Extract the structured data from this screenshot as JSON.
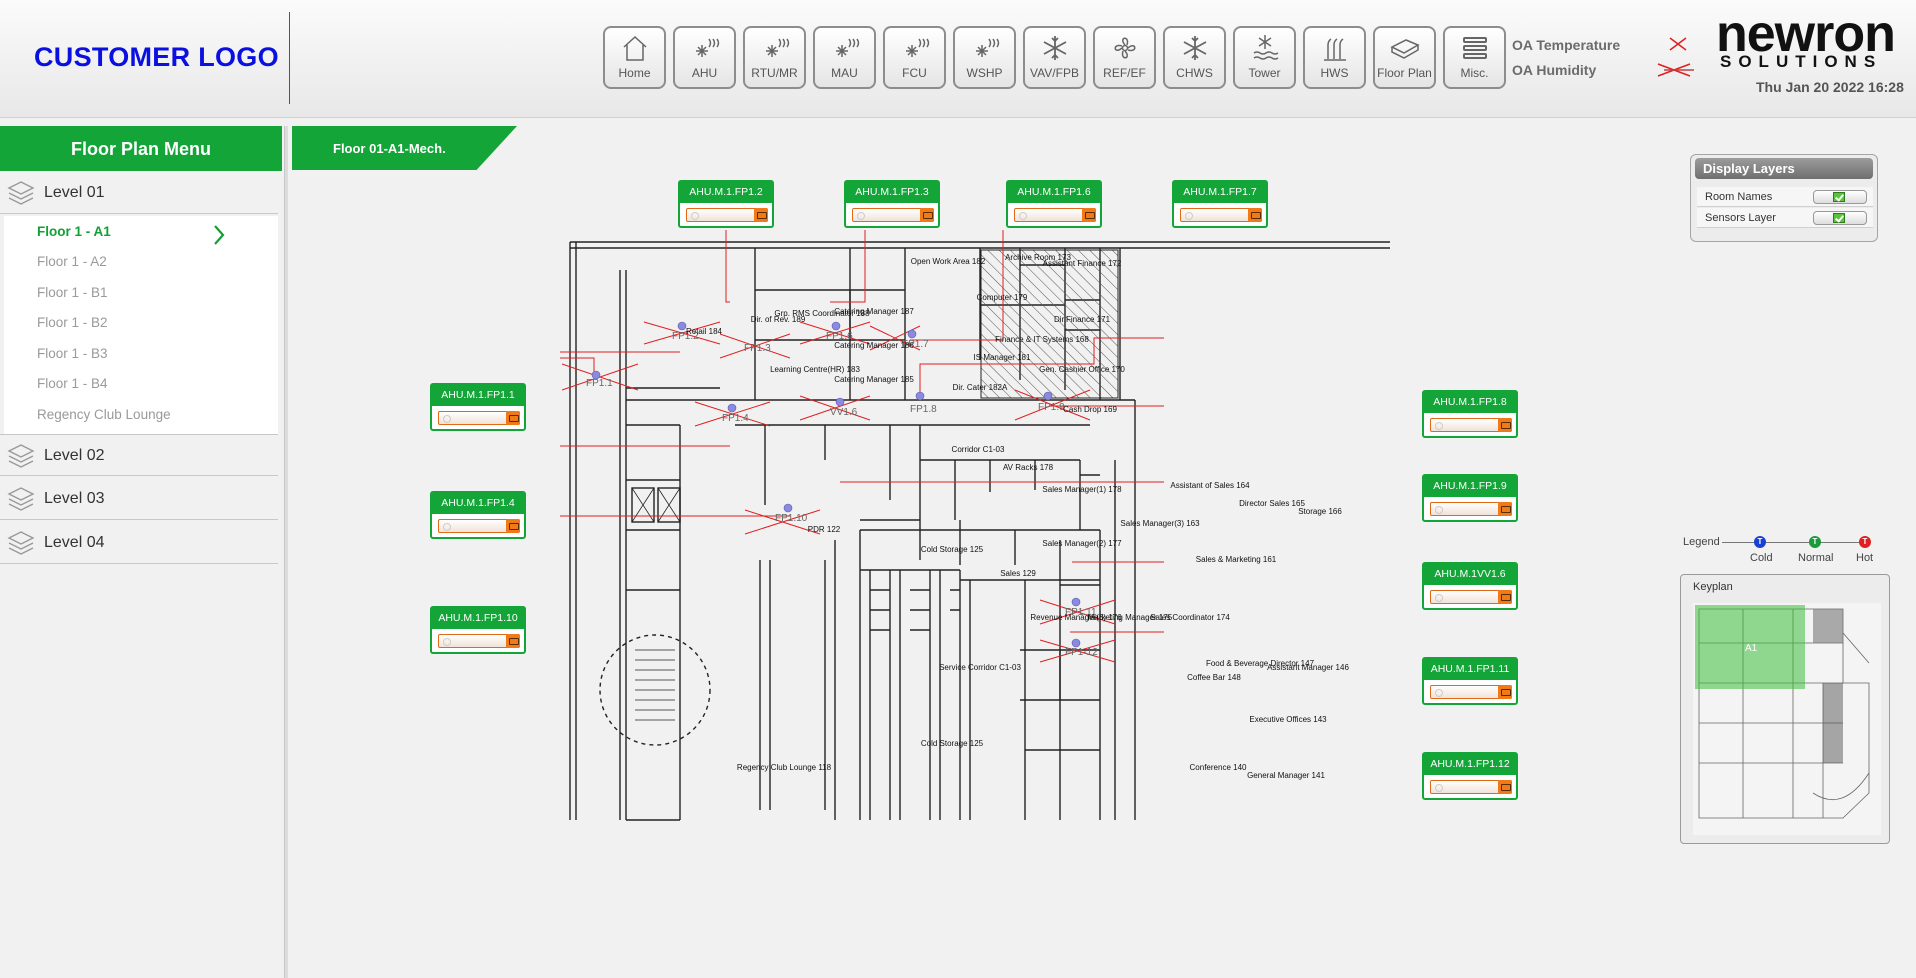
{
  "header": {
    "customer_logo": "CUSTOMER LOGO",
    "nav": [
      {
        "label": "Home",
        "icon": "home-icon"
      },
      {
        "label": "AHU",
        "icon": "ahu-fan-icon"
      },
      {
        "label": "RTU/MR",
        "icon": "rtu-fan-icon"
      },
      {
        "label": "MAU",
        "icon": "mau-fan-icon"
      },
      {
        "label": "FCU",
        "icon": "fcu-fan-icon"
      },
      {
        "label": "WSHP",
        "icon": "wshp-fan-icon"
      },
      {
        "label": "VAV/FPB",
        "icon": "vav-snowflake-icon"
      },
      {
        "label": "REF/EF",
        "icon": "exhaust-fan-icon"
      },
      {
        "label": "CHWS",
        "icon": "chws-snowflake-icon"
      },
      {
        "label": "Tower",
        "icon": "cooling-tower-icon"
      },
      {
        "label": "HWS",
        "icon": "hot-water-icon"
      },
      {
        "label": "Floor Plan",
        "icon": "floor-plan-icon"
      },
      {
        "label": "Misc.",
        "icon": "misc-menu-icon"
      }
    ],
    "oa_temperature_label": "OA Temperature",
    "oa_humidity_label": "OA Humidity",
    "brand_main": "newron",
    "brand_sub": "SOLUTIONS",
    "datetime": "Thu Jan 20 2022 16:28"
  },
  "sidebar": {
    "title": "Floor Plan Menu",
    "levels": [
      {
        "label": "Level 01"
      },
      {
        "label": "Level 02"
      },
      {
        "label": "Level 03"
      },
      {
        "label": "Level 04"
      }
    ],
    "floors": [
      {
        "label": "Floor 1 - A1",
        "active": true
      },
      {
        "label": "Floor 1 - A2"
      },
      {
        "label": "Floor 1 - B1"
      },
      {
        "label": "Floor 1 - B2"
      },
      {
        "label": "Floor 1 - B3"
      },
      {
        "label": "Floor 1 - B4"
      },
      {
        "label": "Regency Club Lounge"
      }
    ]
  },
  "main": {
    "floor_tab": "Floor 01-A1-Mech.",
    "equipment": [
      "AHU.M.1.FP1.2",
      "AHU.M.1.FP1.3",
      "AHU.M.1.FP1.6",
      "AHU.M.1.FP1.7",
      "AHU.M.1.FP1.1",
      "AHU.M.1.FP1.4",
      "AHU.M.1.FP1.10",
      "AHU.M.1.FP1.8",
      "AHU.M.1.FP1.9",
      "AHU.M.1VV1.6",
      "AHU.M.1.FP1.11",
      "AHU.M.1.FP1.12"
    ],
    "sensor_labels": [
      "FP1.1",
      "FP1.2",
      "FP1.3",
      "FP1.4",
      "FP1.6",
      "FP1.7",
      "FP1.8",
      "FP1.9",
      "VV1.6",
      "FP1.10",
      "FP1.11",
      "FP1-12"
    ],
    "rooms": [
      "Open Work Area 182",
      "Retail 184",
      "Dir. of Rev. 189",
      "Grp. RMS Coordinator 188",
      "Catering Manager 187",
      "Catering Manager 186",
      "Learning Centre(HR) 183",
      "Catering Manager 185",
      "Computer 179",
      "IS Manager 181",
      "Dir. Cater 182A",
      "Archive Room 173",
      "Assistant Finance 172",
      "Finance & IT Systems 168",
      "Dir.Finance 171",
      "Gen. Cashier Office 170",
      "Cash Drop 169",
      "Corridor C1-03",
      "PDR 122",
      "Cold Storage 125",
      "AV Racks 178",
      "Sales Manager(1) 178",
      "Sales Manager(2) 177",
      "Sales 129",
      "Sales Manager(3) 163",
      "Assistant of Sales 164",
      "Director Sales 165",
      "Storage 166",
      "Sales & Marketing 161",
      "Revenue Manager(3) 176",
      "Marketing Manager 175",
      "Sales Coordinator 174",
      "Service Corridor C1-03",
      "Cold Storage 125",
      "Coffee Bar 148",
      "Food & Beverage Director 147",
      "Assistant Manager 146",
      "Executive Offices 143",
      "Conference 140",
      "General Manager 141",
      "Regency Club Lounge 118"
    ]
  },
  "layers": {
    "title": "Display Layers",
    "items": [
      {
        "label": "Room Names",
        "checked": true
      },
      {
        "label": "Sensors Layer",
        "checked": true
      }
    ]
  },
  "legend": {
    "label": "Legend",
    "items": [
      {
        "label": "Cold",
        "color": "#1a3fd6",
        "letter": "T"
      },
      {
        "label": "Normal",
        "color": "#1a9a3a",
        "letter": "T"
      },
      {
        "label": "Hot",
        "color": "#e02020",
        "letter": "T"
      }
    ]
  },
  "keyplan": {
    "title": "Keyplan",
    "zone_label": "A1"
  },
  "colors": {
    "accent_green": "#13a538",
    "logo_blue": "#0a10e0",
    "connector_red": "#e02020",
    "sensor_purple": "#8a8ae0"
  }
}
